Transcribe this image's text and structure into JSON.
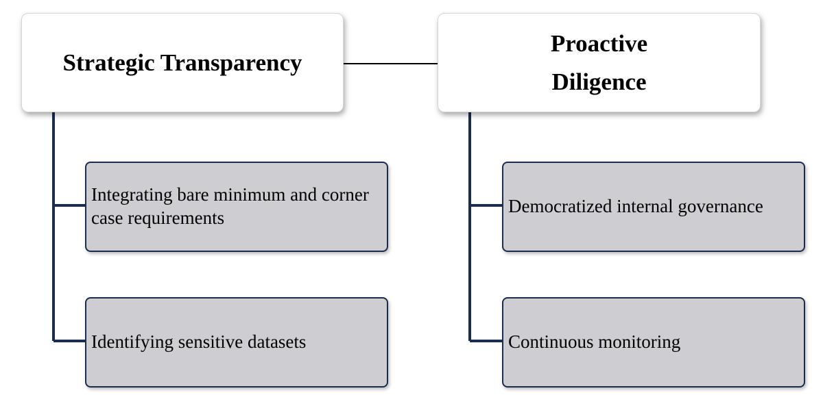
{
  "groups": [
    {
      "title": "Strategic Transparency",
      "items": [
        "Integrating bare minimum and corner case requirements",
        "Identifying sensitive datasets"
      ]
    },
    {
      "title": "Proactive Diligence",
      "items": [
        "Democratized internal governance",
        "Continuous monitoring"
      ]
    }
  ],
  "colors": {
    "connector": "#1a2c4f",
    "child_fill": "#cdcdd2",
    "child_border": "#1a2c4f",
    "header_fill": "#ffffff"
  }
}
